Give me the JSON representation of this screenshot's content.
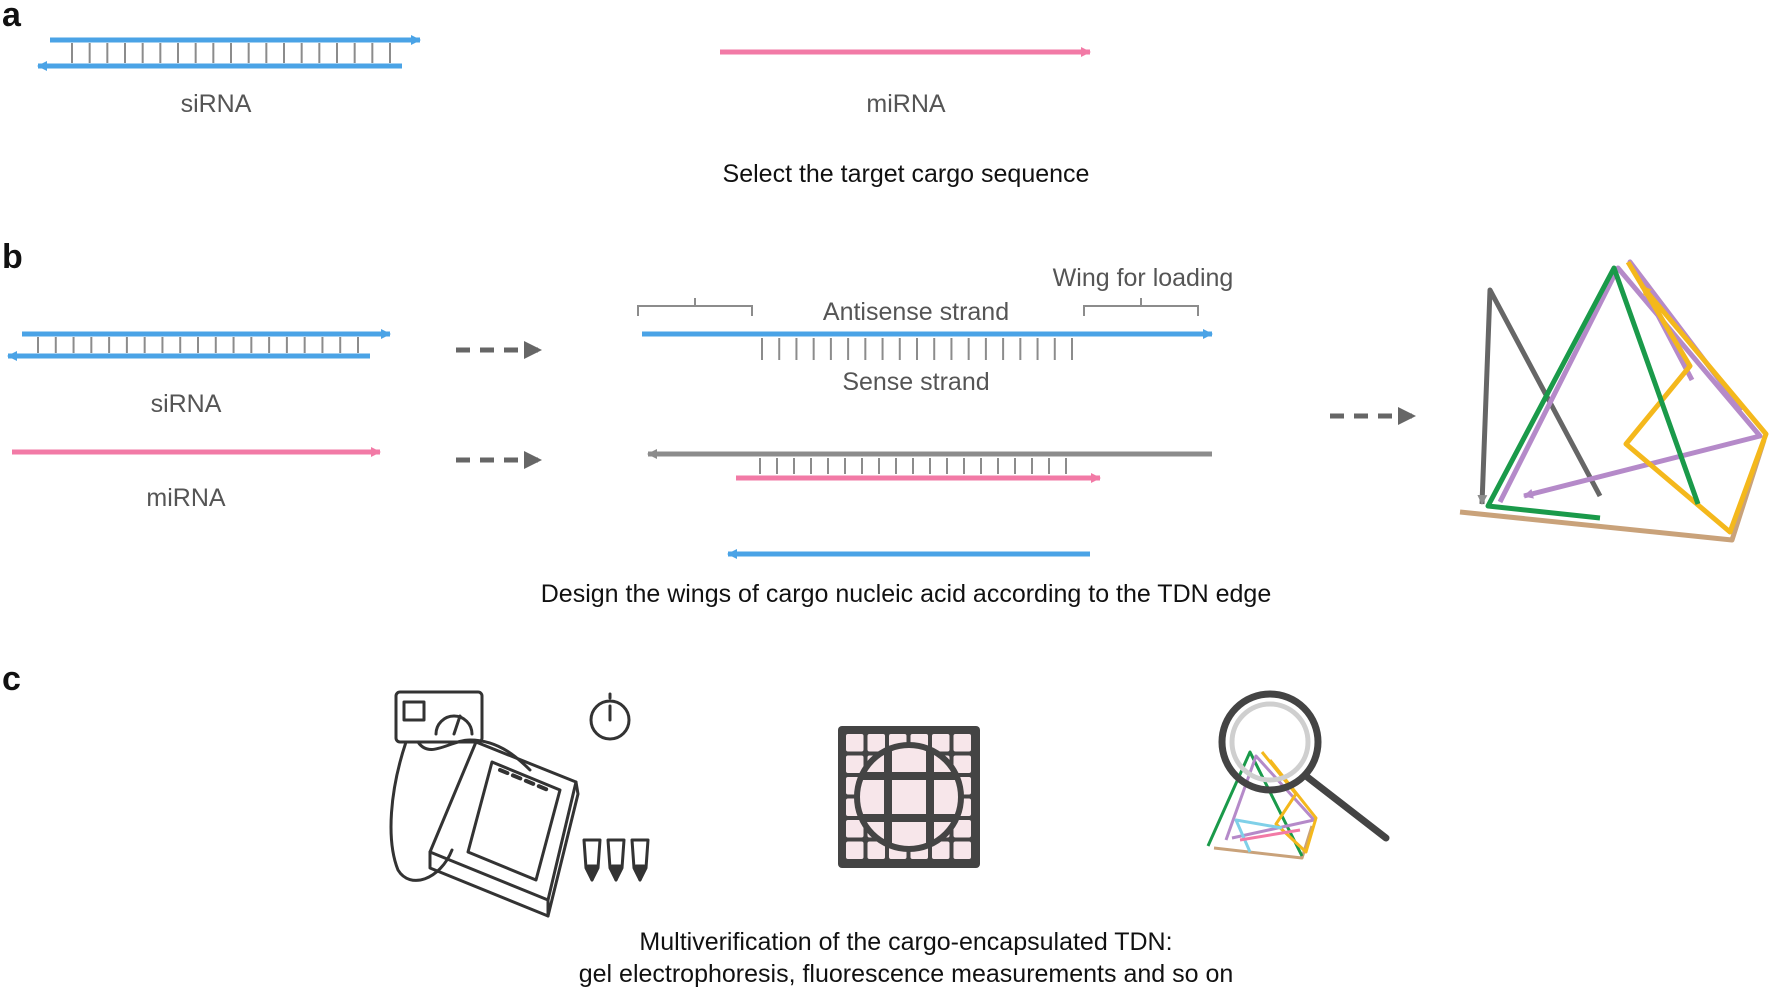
{
  "colors": {
    "blue": "#4aa3e6",
    "pink": "#f27aa6",
    "gray": "#8c8c8c",
    "dark_gray": "#666666",
    "green": "#1a9a4a",
    "purple": "#b58ac9",
    "yellow": "#f4b81c",
    "tan": "#c9a27a",
    "light_pink": "#f7e6ea"
  },
  "panel_a": {
    "letter": "a",
    "sirna_label": "siRNA",
    "mirna_label": "miRNA",
    "caption": "Select the target cargo sequence"
  },
  "panel_b": {
    "letter": "b",
    "sirna_label": "siRNA",
    "mirna_label": "miRNA",
    "wing_label": "Wing for loading",
    "antisense_label": "Antisense strand",
    "sense_label": "Sense strand",
    "caption": "Design the wings of cargo nucleic acid according to the TDN edge"
  },
  "panel_c": {
    "letter": "c",
    "caption_line1": "Multiverification of the cargo-encapsulated TDN:",
    "caption_line2": "gel electrophoresis, fluorescence measurements and so on",
    "icons": [
      "gel-electrophoresis-icon",
      "microscope-grid-icon",
      "magnifier-tdn-icon"
    ]
  }
}
